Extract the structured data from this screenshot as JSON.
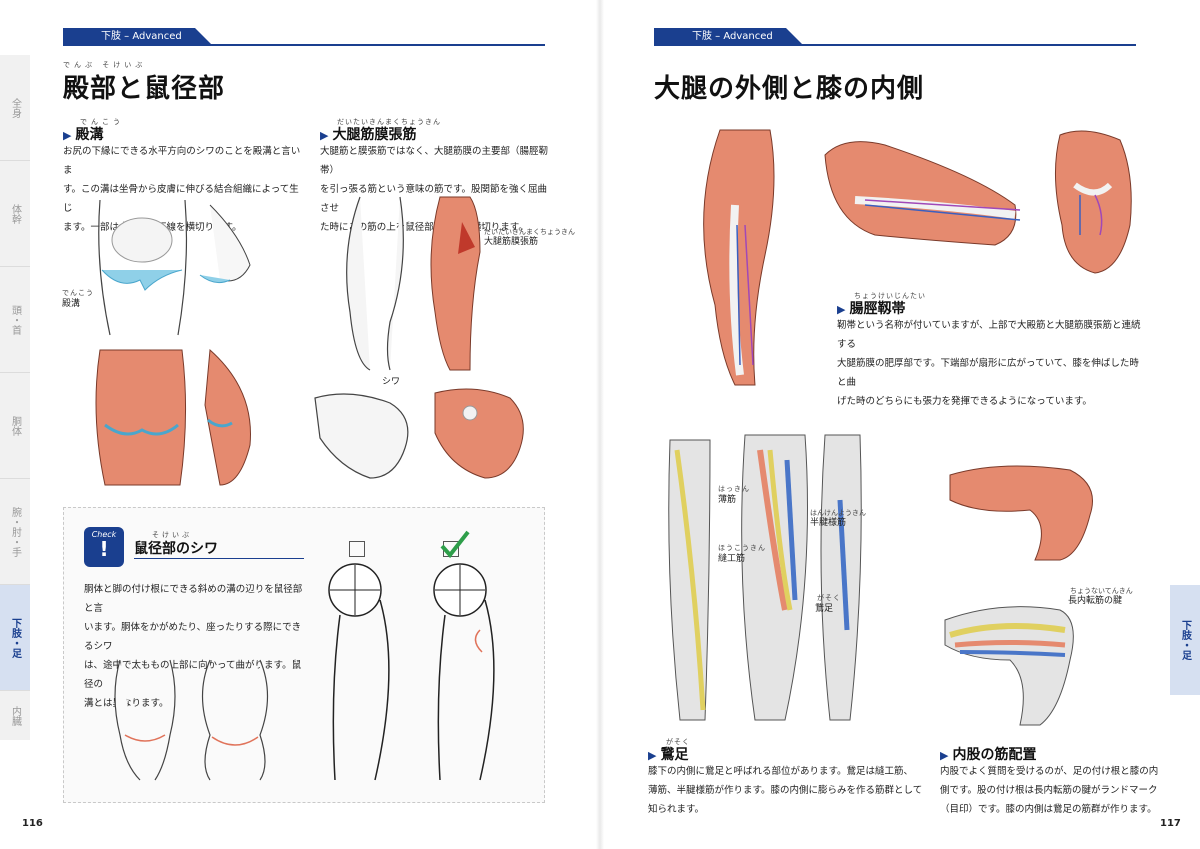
{
  "header": {
    "section_label": "下肢 – Advanced"
  },
  "left_page": {
    "title": "殿部と鼠径部",
    "title_ruby": "でんぶ そけいぶ",
    "section1": {
      "heading": "殿溝",
      "heading_ruby": "でんこう",
      "body_lines": [
        "お尻の下縁にできる水平方向のシワのことを殿溝と言いま",
        "す。この溝は坐骨から皮膚に伸びる結合組織によって生じ",
        "ます。一部は大殿筋の下線を横切ります。"
      ],
      "label": "殿溝",
      "label_ruby": "でんこう"
    },
    "section2": {
      "heading": "大腿筋膜張筋",
      "heading_ruby": "だいたいきんまくちょうきん",
      "body_lines": [
        "大腿筋と膜張筋ではなく、大腿筋膜の主要部（腸脛靭帯）",
        "を引っ張る筋という意味の筋です。股関節を強く屈曲させ",
        "た時にこの筋の上を鼠径部のシワが横切ります。"
      ],
      "label": "大腿筋膜張筋",
      "label_ruby": "だいたいきんまくちょうきん",
      "crease_label": "シワ"
    },
    "check": {
      "badge_label": "Check",
      "badge_mark": "!",
      "heading": "鼠径部のシワ",
      "heading_ruby": "そけいぶ",
      "body_lines": [
        "胴体と脚の付け根にできる斜めの溝の辺りを鼠径部と言",
        "います。胴体をかがめたり、座ったりする際にできるシワ",
        "は、途中で太ももの上部に向かって曲がります。鼠径の",
        "溝とは異なります。"
      ]
    },
    "page_number": "116",
    "side_tabs": [
      "全身",
      "体幹",
      "頭・首",
      "胴体",
      "腕・肘・手",
      "下肢・足",
      "内臓"
    ],
    "active_tab": "下肢・足"
  },
  "right_page": {
    "title": "大腿の外側と膝の内側",
    "section1": {
      "heading": "腸脛靱帯",
      "heading_ruby": "ちょうけいじんたい",
      "body_lines": [
        "靭帯という名称が付いていますが、上部で大殿筋と大腿筋膜張筋と連続する",
        "大腿筋膜の肥厚部です。下端部が扇形に広がっていて、膝を伸ばした時と曲",
        "げた時のどちらにも張力を発揮できるようになっています。"
      ]
    },
    "labels": {
      "bokin": "薄筋",
      "bokin_ruby": "はっきん",
      "hankenyo": "半腱様筋",
      "hankenyo_ruby": "はんけんようきん",
      "houkou": "縫工筋",
      "houkou_ruby": "ほうこうきん",
      "gasoku": "鵞足",
      "gasoku_ruby": "がそく",
      "chonaiten": "長内転筋の腱",
      "chonaiten_ruby": "ちょうないてんきん"
    },
    "section2": {
      "heading": "鵞足",
      "heading_ruby": "がそく",
      "body_lines": [
        "膝下の内側に鵞足と呼ばれる部位があります。鵞足は縫工筋、",
        "薄筋、半腱様筋が作ります。膝の内側に膨らみを作る筋群として",
        "知られます。"
      ]
    },
    "section3": {
      "heading": "内股の筋配置",
      "body_lines": [
        "内股でよく質問を受けるのが、足の付け根と膝の内",
        "側です。股の付け根は長内転筋の腱がランドマーク",
        "（目印）です。膝の内側は鵞足の筋群が作ります。"
      ]
    },
    "page_number": "117",
    "side_tab": "下肢・足"
  },
  "colors": {
    "accent": "#1a3f8f",
    "muscle": "#e58a6f",
    "tendon": "#f2f2f2",
    "highlight": "#5bb7d9"
  }
}
